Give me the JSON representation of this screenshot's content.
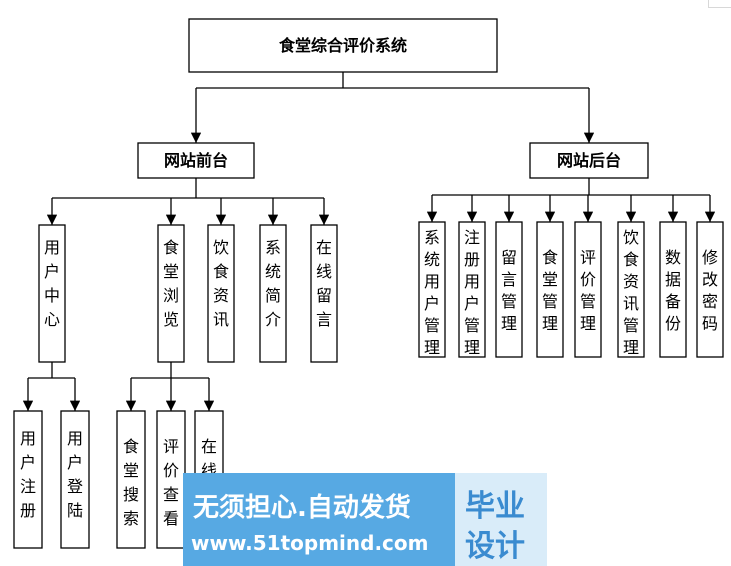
{
  "diagram": {
    "root": "食堂综合评价系统",
    "front": {
      "label": "网站前台",
      "user_center": {
        "label": "用户中心",
        "children": [
          "用户注册",
          "用户登陆"
        ]
      },
      "canteen_browse": {
        "label": "食堂浏览",
        "children": [
          "食堂搜索",
          "评价查看",
          "在线评价"
        ]
      },
      "food_news": "饮食资讯",
      "system_intro": "系统简介",
      "online_message": "在线留言"
    },
    "back": {
      "label": "网站后台",
      "children": [
        "系统用户管理",
        "注册用户管理",
        "留言管理",
        "食堂管理",
        "评价管理",
        "饮食资讯管理",
        "数据备份",
        "修改密码"
      ]
    }
  },
  "watermark": {
    "slogan": "无须担心.自动发货",
    "url": "www.51topmind.com",
    "tag_line1": "毕业",
    "tag_line2": "设计"
  }
}
